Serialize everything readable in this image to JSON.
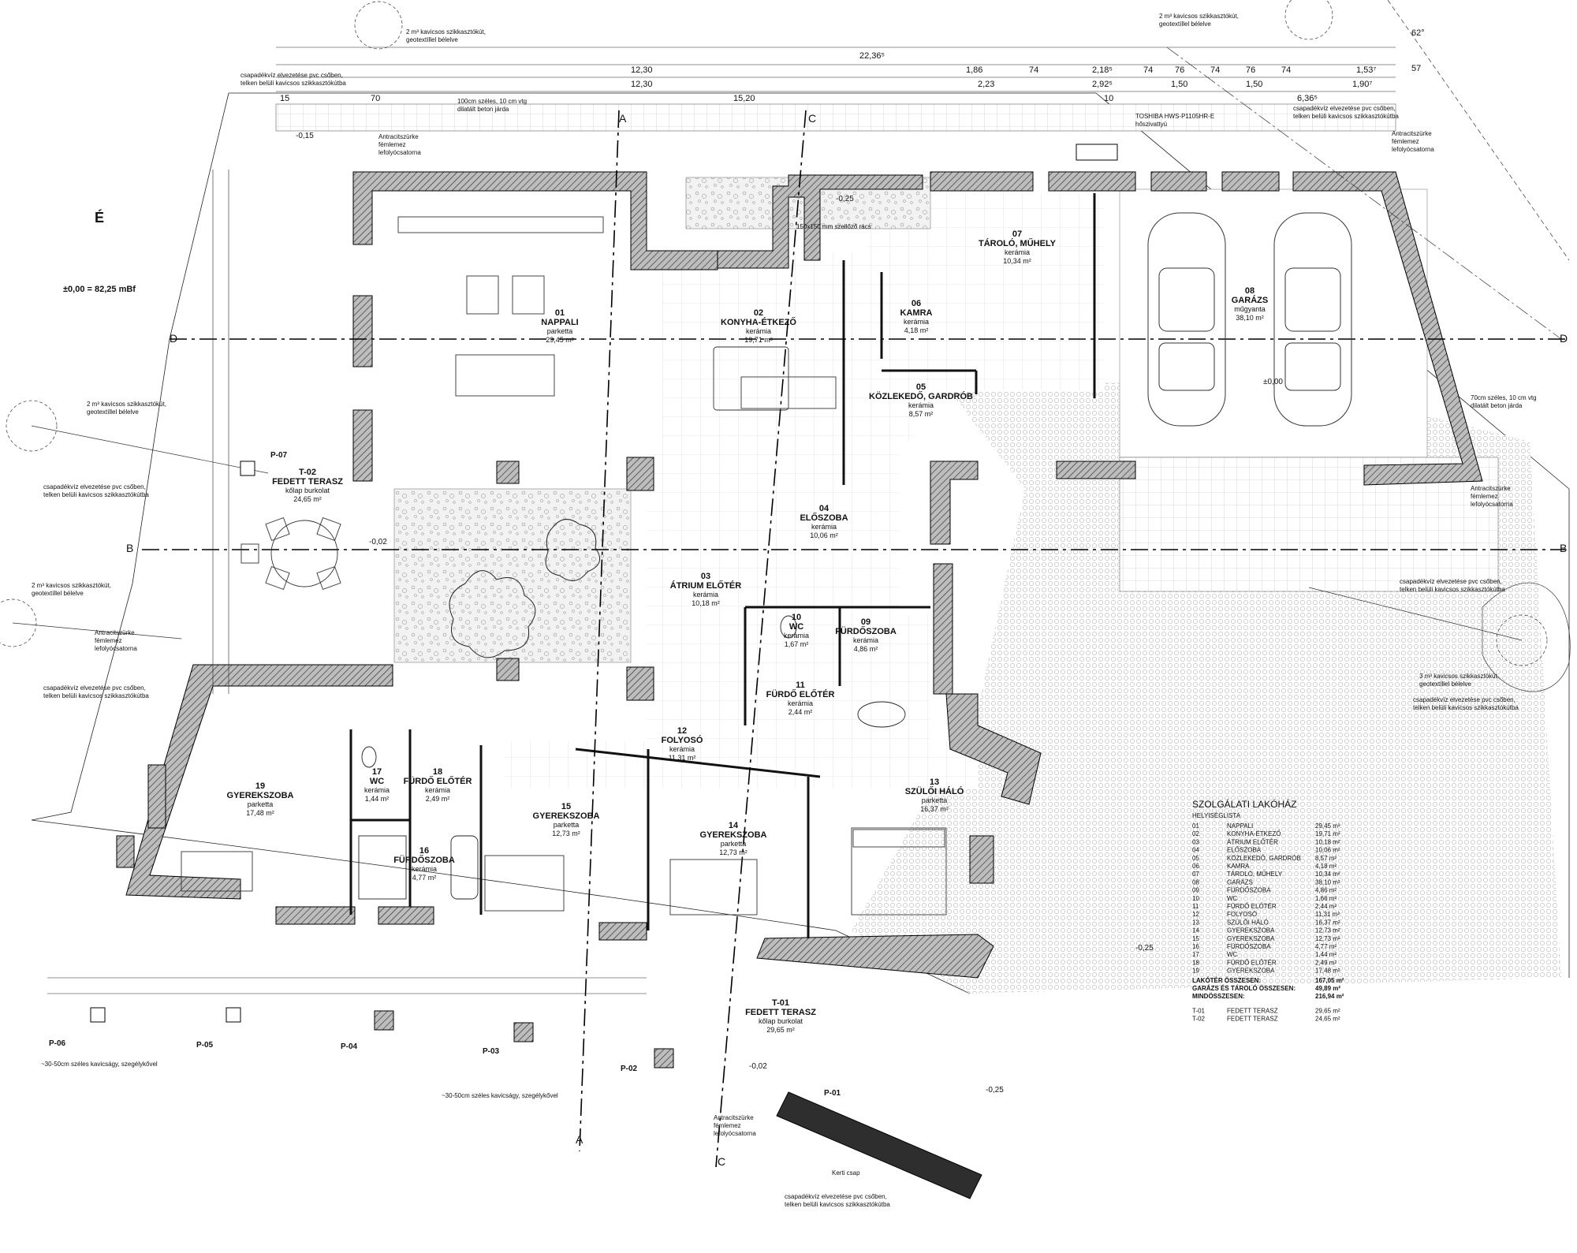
{
  "north": {
    "label": "É",
    "elevation": "±0,00 = 82,25 mBf"
  },
  "sections": {
    "a": "A",
    "b": "B",
    "c": "C",
    "d": "D"
  },
  "top_dims": {
    "total": "22,36⁵",
    "row1": [
      "12,30",
      "1,86",
      "74",
      "2,18⁵",
      "74",
      "76",
      "74",
      "76",
      "74",
      "1,53⁷"
    ],
    "row2": [
      "12,30",
      "2,23",
      "2,92⁵",
      "1,50",
      "1,50",
      "1,90⁷"
    ],
    "row3": [
      "15",
      "70",
      "15,20",
      "10",
      "6,36⁵"
    ],
    "angle": "62°",
    "right_small": "57"
  },
  "rooms": [
    {
      "num": "01",
      "name": "NAPPALI",
      "mat": "parketta",
      "area": "29,45 m²"
    },
    {
      "num": "02",
      "name": "KONYHA-ÉTKEZŐ",
      "mat": "kerámia",
      "area": "19,71 m²"
    },
    {
      "num": "03",
      "name": "ÁTRIUM ELŐTÉR",
      "mat": "kerámia",
      "area": "10,18 m²"
    },
    {
      "num": "04",
      "name": "ELŐSZOBA",
      "mat": "kerámia",
      "area": "10,06 m²"
    },
    {
      "num": "05",
      "name": "KÖZLEKEDŐ, GARDRÓB",
      "mat": "kerámia",
      "area": "8,57 m²"
    },
    {
      "num": "06",
      "name": "KAMRA",
      "mat": "kerámia",
      "area": "4,18 m²"
    },
    {
      "num": "07",
      "name": "TÁROLÓ, MŰHELY",
      "mat": "kerámia",
      "area": "10,34 m²"
    },
    {
      "num": "08",
      "name": "GARÁZS",
      "mat": "műgyanta",
      "area": "38,10 m²"
    },
    {
      "num": "09",
      "name": "FÜRDŐSZOBA",
      "mat": "kerámia",
      "area": "4,86 m²"
    },
    {
      "num": "10",
      "name": "WC",
      "mat": "kerámia",
      "area": "1,67 m²"
    },
    {
      "num": "11",
      "name": "FÜRDŐ ELŐTÉR",
      "mat": "kerámia",
      "area": "2,44 m²"
    },
    {
      "num": "12",
      "name": "FOLYOSÓ",
      "mat": "kerámia",
      "area": "11,31 m²"
    },
    {
      "num": "13",
      "name": "SZÜLŐI HÁLÓ",
      "mat": "parketta",
      "area": "16,37 m²"
    },
    {
      "num": "14",
      "name": "GYEREKSZOBA",
      "mat": "parketta",
      "area": "12,73 m²"
    },
    {
      "num": "15",
      "name": "GYEREKSZOBA",
      "mat": "parketta",
      "area": "12,73 m²"
    },
    {
      "num": "16",
      "name": "FÜRDŐSZOBA",
      "mat": "kerámia",
      "area": "4,77 m²"
    },
    {
      "num": "17",
      "name": "WC",
      "mat": "kerámia",
      "area": "1,44 m²"
    },
    {
      "num": "18",
      "name": "FÜRDŐ ELŐTÉR",
      "mat": "kerámia",
      "area": "2,49 m²"
    },
    {
      "num": "19",
      "name": "GYEREKSZOBA",
      "mat": "parketta",
      "area": "17,48 m²"
    }
  ],
  "terraces": {
    "t01": {
      "code": "T-01",
      "name": "FEDETT TERASZ",
      "mat": "kőlap burkolat",
      "area": "29,65 m²"
    },
    "t02": {
      "code": "T-02",
      "name": "FEDETT TERASZ",
      "mat": "kőlap burkolat",
      "area": "24,65 m²"
    }
  },
  "pillars": [
    "P-01",
    "P-02",
    "P-03",
    "P-04",
    "P-05",
    "P-06",
    "P-07"
  ],
  "annotations": {
    "gravel_top": [
      "2 m³ kavicsos szikkasztókút,",
      "geotextíllel bélelve"
    ],
    "pvc_top": [
      "csapadékvíz elvezetése pvc csőben,",
      "telken belüli kavicsos szikkasztókútba"
    ],
    "walkway": [
      "100cm széles, 10 cm vtg",
      "dilatált beton járda"
    ],
    "gutter": [
      "Antracitszürke",
      "fémlemez",
      "lefolyócsatorna"
    ],
    "heatpump": [
      "TOSHIBA HWS-P1105HR-E",
      "hőszivattyú"
    ],
    "walkway_right": [
      "70cm széles, 10 cm vtg",
      "dilatált beton járda"
    ],
    "vent": "150x150 mm szellőző rács",
    "gravel_strip": "~30-50cm széles kavicságy, szegélykővel",
    "tap": "Kerti csap",
    "gravel_right": [
      "3 m³ kavicsos szikkasztókút,",
      "geotextíllel bélelve"
    ],
    "levels": [
      "-0,15",
      "-0,25",
      "-0,02",
      "-0,25",
      "±0,00",
      "-0,02",
      "-0,25"
    ]
  },
  "legend": {
    "title": "SZOLGÁLATI LAKÓHÁZ",
    "subtitle": "HELYISÉGLISTA",
    "rows": [
      [
        "01",
        "NAPPALI",
        "29,45 m²"
      ],
      [
        "02",
        "KONYHA-ÉTKEZŐ",
        "19,71 m²"
      ],
      [
        "03",
        "ÁTRIUM ELŐTÉR",
        "10,18 m²"
      ],
      [
        "04",
        "ELŐSZOBA",
        "10,06 m²"
      ],
      [
        "05",
        "KÖZLEKEDŐ, GARDRÓB",
        "8,57 m²"
      ],
      [
        "06",
        "KAMRA",
        "4,18 m²"
      ],
      [
        "07",
        "TÁROLÓ, MŰHELY",
        "10,34 m²"
      ],
      [
        "08",
        "GARÁZS",
        "38,10 m²"
      ],
      [
        "09",
        "FÜRDŐSZOBA",
        "4,86 m²"
      ],
      [
        "10",
        "WC",
        "1,66 m²"
      ],
      [
        "11",
        "FÜRDŐ ELŐTÉR",
        "2,44 m²"
      ],
      [
        "12",
        "FOLYOSÓ",
        "11,31 m²"
      ],
      [
        "13",
        "SZÜLŐI HÁLÓ",
        "16,37 m²"
      ],
      [
        "14",
        "GYEREKSZOBA",
        "12,73 m²"
      ],
      [
        "15",
        "GYEREKSZOBA",
        "12,73 m²"
      ],
      [
        "16",
        "FÜRDŐSZOBA",
        "4,77 m²"
      ],
      [
        "17",
        "WC",
        "1,44 m²"
      ],
      [
        "18",
        "FÜRDŐ ELŐTÉR",
        "2,49 m²"
      ],
      [
        "19",
        "GYEREKSZOBA",
        "17,48 m²"
      ]
    ],
    "totals": [
      [
        "LAKÓTÉR ÖSSZESEN:",
        "167,05 m²"
      ],
      [
        "GARÁZS ÉS TÁROLÓ ÖSSZESEN:",
        "49,89 m²"
      ],
      [
        "MINDÖSSZESEN:",
        "216,94 m²"
      ]
    ],
    "terraces": [
      [
        "T-01",
        "FEDETT TERASZ",
        "29,65 m²"
      ],
      [
        "T-02",
        "FEDETT TERASZ",
        "24,65 m²"
      ]
    ]
  }
}
